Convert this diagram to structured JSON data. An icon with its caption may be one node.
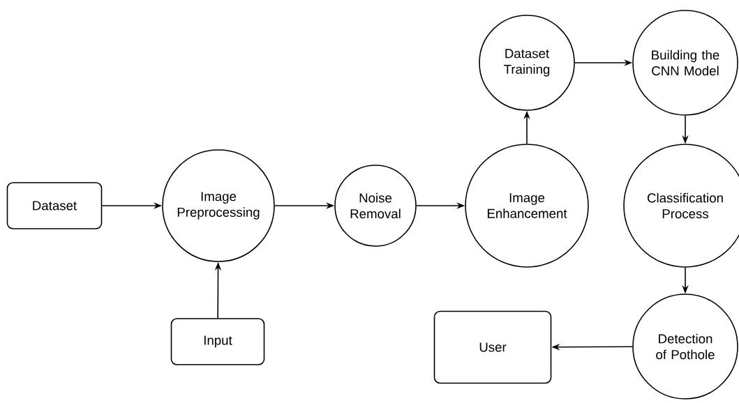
{
  "diagram": {
    "nodes": [
      {
        "text": [
          "Dataset"
        ]
      },
      {
        "text": [
          "Image Preprocessing"
        ]
      },
      {
        "text": [
          "Input"
        ]
      },
      {
        "text": [
          "Noise Removal"
        ]
      },
      {
        "text": [
          "Image Enhancement"
        ]
      },
      {
        "text": [
          "Dataset Training"
        ]
      },
      {
        "text": [
          "Building the CNN Model"
        ]
      },
      {
        "text": [
          "Classification Process"
        ]
      },
      {
        "text": [
          "Detection of Pothole"
        ]
      },
      {
        "text": [
          "User"
        ]
      }
    ],
    "edges": [
      {
        "from": 0,
        "to": 1,
        "arrow": "to"
      },
      {
        "from": 2,
        "to": 1,
        "arrow": "to"
      },
      {
        "from": 1,
        "to": 3,
        "arrow": "to"
      },
      {
        "from": 3,
        "to": 4,
        "arrow": "to"
      },
      {
        "from": 4,
        "to": 5,
        "arrow": "to"
      },
      {
        "from": 5,
        "to": 6,
        "arrow": "to"
      },
      {
        "from": 6,
        "to": 7,
        "arrow": "to"
      },
      {
        "from": 7,
        "to": 8,
        "arrow": "to"
      },
      {
        "from": 8,
        "to": 9,
        "arrow": "to"
      }
    ]
  }
}
